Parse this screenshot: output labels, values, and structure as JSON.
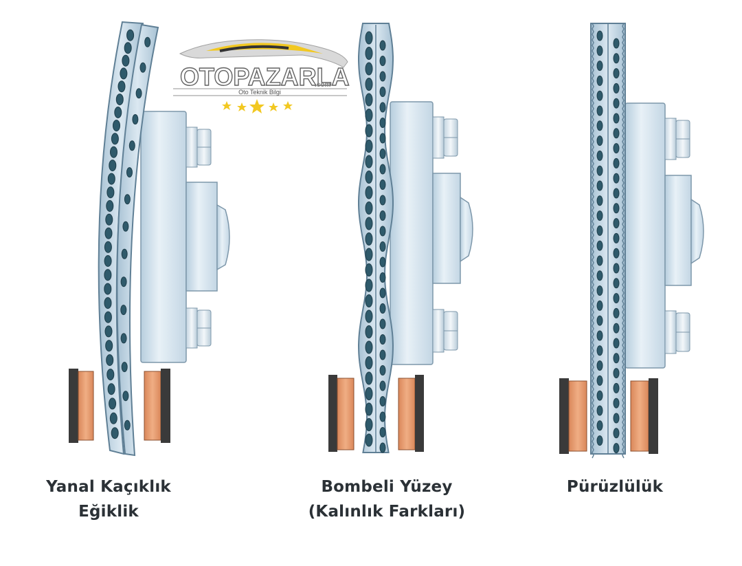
{
  "watermark": {
    "brand": "OTOPAZARLA",
    "tld": ".com",
    "tagline": "Oto Teknik Bilgi"
  },
  "panels": [
    {
      "caption_line1": "Yanal Kaçıklık",
      "caption_line2": "Eğiklik"
    },
    {
      "caption_line1": "Bombeli Yüzey",
      "caption_line2": "(Kalınlık Farkları)"
    },
    {
      "caption_line1": "Pürüzlülük",
      "caption_line2": ""
    }
  ],
  "colors": {
    "disc_fill": "#c9dcea",
    "disc_edge": "#5f7f95",
    "vent_hole": "#2f5a6b",
    "hub_fill": "#dde9f2",
    "pad_friction": "#e69a6c",
    "pad_backing": "#3a3a3a",
    "caption": "#2b3136"
  }
}
